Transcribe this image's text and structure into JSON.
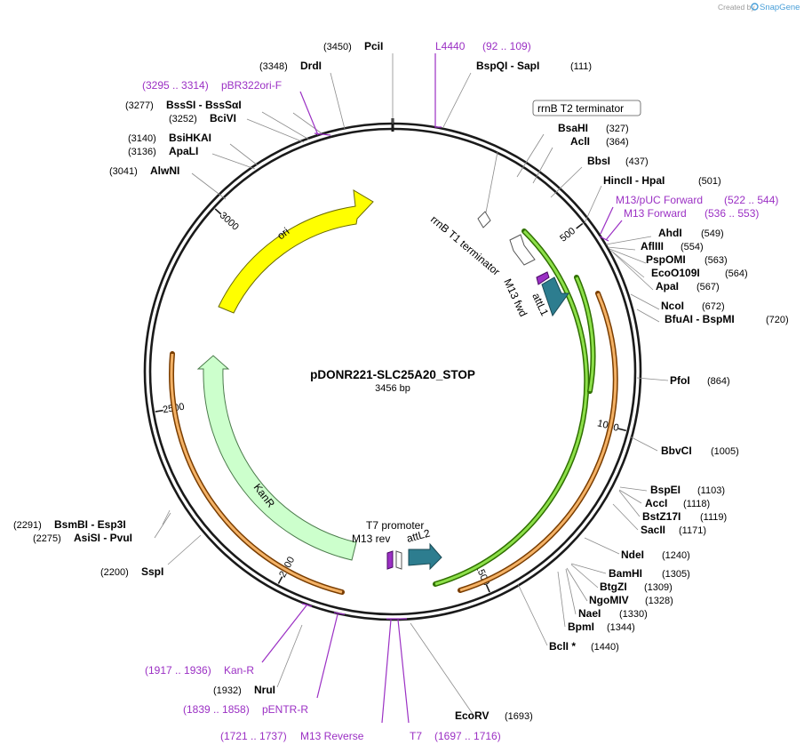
{
  "credit": {
    "prefix": "Created by",
    "brand": "SnapGene"
  },
  "plasmid": {
    "name": "pDONR221-SLC25A20_STOP",
    "length": "3456 bp"
  },
  "ticks": [
    {
      "label": "500",
      "deg": 52.08
    },
    {
      "label": "1000",
      "deg": 104.17
    },
    {
      "label": "1500",
      "deg": 156.25
    },
    {
      "label": "2000",
      "deg": 208.33
    },
    {
      "label": "2500",
      "deg": 260.42
    },
    {
      "label": "3000",
      "deg": 312.5
    }
  ],
  "features": {
    "ori": "ori",
    "kanr": "KanR",
    "attl1": "attL1",
    "attl2": "attL2",
    "m13fwd": "M13 fwd",
    "m13rev": "M13 rev",
    "t7promoter": "T7 promoter",
    "rrnbt1": "rrnB T1 terminator",
    "rrnbt2": "rrnB T2 terminator"
  },
  "labels": [
    {
      "pos": "(3450)",
      "name": "PciI",
      "kind": "enz"
    },
    {
      "name": "L4440",
      "pos": "(92 .. 109)",
      "kind": "primer"
    },
    {
      "name": "BspQI - SapI",
      "pos": "(111)",
      "kind": "enz"
    },
    {
      "pos": "(3348)",
      "name": "DrdI",
      "kind": "enz"
    },
    {
      "pos": "(3295 .. 3314)",
      "name": "pBR322ori-F",
      "kind": "primer"
    },
    {
      "pos": "(3277)",
      "name": "BssSI - BssSαI",
      "kind": "enz"
    },
    {
      "pos": "(3252)",
      "name": "BciVI",
      "kind": "enz"
    },
    {
      "pos": "(3140)",
      "name": "BsiHKAI",
      "kind": "enz"
    },
    {
      "pos": "(3136)",
      "name": "ApaLI",
      "kind": "enz"
    },
    {
      "pos": "(3041)",
      "name": "AlwNI",
      "kind": "enz"
    },
    {
      "name": "BsaHI",
      "pos": "(327)",
      "kind": "enz"
    },
    {
      "name": "AclI",
      "pos": "(364)",
      "kind": "enz"
    },
    {
      "name": "BbsI",
      "pos": "(437)",
      "kind": "enz"
    },
    {
      "name": "HincII - HpaI",
      "pos": "(501)",
      "kind": "enz"
    },
    {
      "name": "M13/pUC Forward",
      "pos": "(522 .. 544)",
      "kind": "primer"
    },
    {
      "name": "M13 Forward",
      "pos": "(536 .. 553)",
      "kind": "primer"
    },
    {
      "name": "AhdI",
      "pos": "(549)",
      "kind": "enz"
    },
    {
      "name": "AflIII",
      "pos": "(554)",
      "kind": "enz"
    },
    {
      "name": "PspOMI",
      "pos": "(563)",
      "kind": "enz"
    },
    {
      "name": "EcoO109I",
      "pos": "(564)",
      "kind": "enz"
    },
    {
      "name": "ApaI",
      "pos": "(567)",
      "kind": "enz"
    },
    {
      "name": "NcoI",
      "pos": "(672)",
      "kind": "enz"
    },
    {
      "name": "BfuAI - BspMI",
      "pos": "(720)",
      "kind": "enz"
    },
    {
      "name": "PfoI",
      "pos": "(864)",
      "kind": "enz"
    },
    {
      "name": "BbvCI",
      "pos": "(1005)",
      "kind": "enz"
    },
    {
      "name": "BspEI",
      "pos": "(1103)",
      "kind": "enz"
    },
    {
      "name": "AccI",
      "pos": "(1118)",
      "kind": "enz"
    },
    {
      "name": "BstZ17I",
      "pos": "(1119)",
      "kind": "enz"
    },
    {
      "name": "SacII",
      "pos": "(1171)",
      "kind": "enz"
    },
    {
      "name": "NdeI",
      "pos": "(1240)",
      "kind": "enz"
    },
    {
      "name": "BamHI",
      "pos": "(1305)",
      "kind": "enz"
    },
    {
      "name": "BtgZI",
      "pos": "(1309)",
      "kind": "enz"
    },
    {
      "name": "NgoMIV",
      "pos": "(1328)",
      "kind": "enz"
    },
    {
      "name": "NaeI",
      "pos": "(1330)",
      "kind": "enz"
    },
    {
      "name": "BpmI",
      "pos": "(1344)",
      "kind": "enz"
    },
    {
      "name": "BclI *",
      "pos": "(1440)",
      "kind": "enz"
    },
    {
      "name": "EcoRV",
      "pos": "(1693)",
      "kind": "enz"
    },
    {
      "pos": "(1721 .. 1737)",
      "name": "M13 Reverse",
      "kind": "primer"
    },
    {
      "name": "T7",
      "pos": "(1697 .. 1716)",
      "kind": "primer"
    },
    {
      "pos": "(1839 .. 1858)",
      "name": "pENTR-R",
      "kind": "primer"
    },
    {
      "pos": "(1932)",
      "name": "NruI",
      "kind": "enz"
    },
    {
      "pos": "(1917 .. 1936)",
      "name": "Kan-R",
      "kind": "primer"
    },
    {
      "pos": "(2200)",
      "name": "SspI",
      "kind": "enz"
    },
    {
      "pos": "(2275)",
      "name": "AsiSI - PvuI",
      "kind": "enz"
    },
    {
      "pos": "(2291)",
      "name": "BsmBI - Esp3I",
      "kind": "enz"
    }
  ]
}
